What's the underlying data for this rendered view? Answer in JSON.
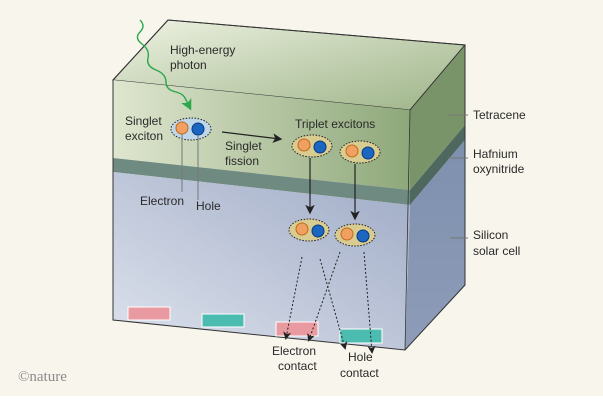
{
  "labels": {
    "photon": [
      "High-energy",
      "photon"
    ],
    "singlet_exciton": [
      "Singlet",
      "exciton"
    ],
    "singlet_fission": [
      "Singlet",
      "fission"
    ],
    "triplet_excitons": "Triplet excitons",
    "electron": "Electron",
    "hole": "Hole",
    "electron_contact": [
      "Electron",
      "contact"
    ],
    "hole_contact": [
      "Hole",
      "contact"
    ]
  },
  "layers": {
    "tetracene": "Tetracene",
    "hafnium": [
      "Hafnium",
      "oxynitride"
    ],
    "silicon": [
      "Silicon",
      "solar cell"
    ]
  },
  "credit": "©nature",
  "colors": {
    "background": "#f8f5ec",
    "tetracene": "#9fb58a",
    "hafnium": "#6f8a80",
    "silicon": "#b3bfd6",
    "electron": "#f0a060",
    "hole": "#1a66c0",
    "photon": "#2aa84a",
    "electron_contact": "#e89aa0",
    "hole_contact": "#4cbcb0"
  }
}
